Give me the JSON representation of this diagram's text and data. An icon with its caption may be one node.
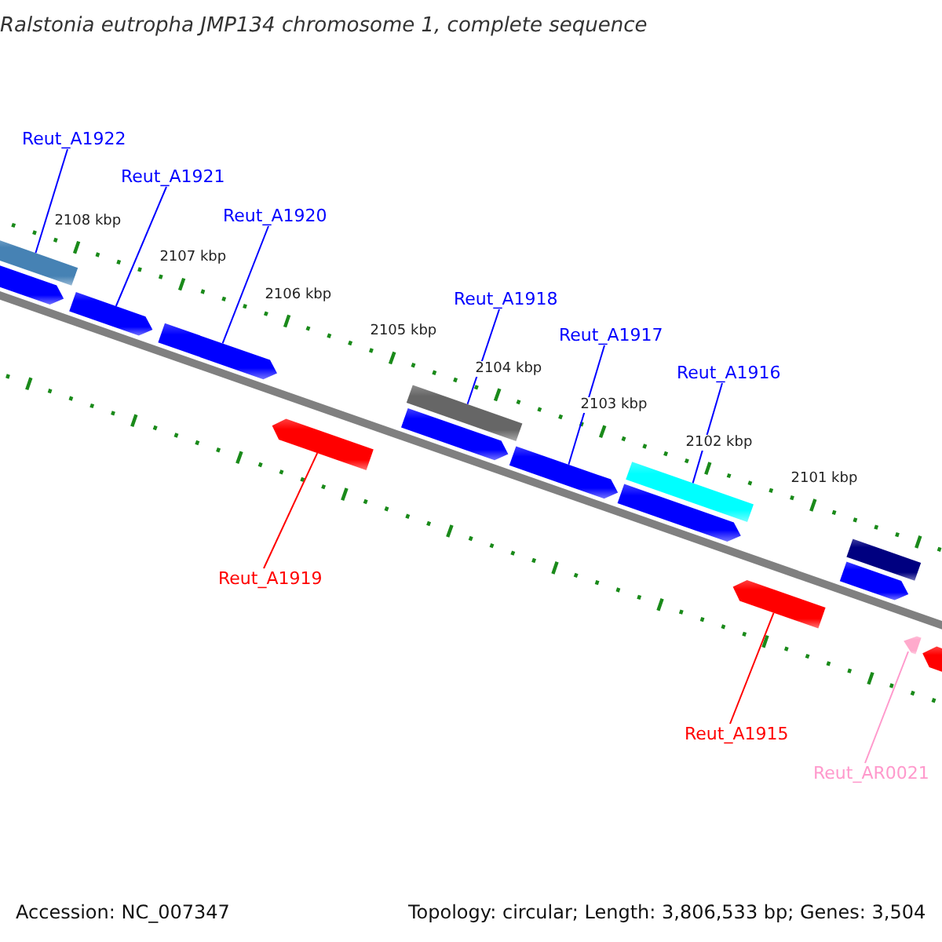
{
  "diagram": {
    "title": "Ralstonia eutropha JMP134 chromosome 1, complete sequence",
    "nodes": [
      {
        "text": [
          "Reut_A1922"
        ]
      },
      {
        "text": [
          "Reut_A1921"
        ]
      },
      {
        "text": [
          "Reut_A1920"
        ]
      },
      {
        "text": [
          "Reut_A1918"
        ]
      },
      {
        "text": [
          "Reut_A1917"
        ]
      },
      {
        "text": [
          "Reut_A1916"
        ]
      },
      {
        "text": [
          "Reut_A1919"
        ]
      },
      {
        "text": [
          "Reut_A1915"
        ]
      },
      {
        "text": [
          "Reut_AR0021"
        ]
      },
      {
        "text": [],
        "shape": "bar"
      },
      {
        "text": [],
        "shape": "bar"
      },
      {
        "text": [],
        "shape": "bar"
      },
      {
        "text": [],
        "shape": "bar"
      },
      {
        "text": [],
        "shape": "bar"
      },
      {
        "text": [],
        "shape": "bar"
      },
      {
        "text": [],
        "shape": "bar"
      },
      {
        "text": [],
        "shape": "bar"
      },
      {
        "text": [],
        "shape": "bar"
      },
      {
        "text": [],
        "shape": "bar"
      },
      {
        "text": [],
        "shape": "bar"
      },
      {
        "text": [],
        "shape": "bar"
      },
      {
        "text": [],
        "shape": "bar"
      },
      {
        "text": [],
        "shape": "bar"
      },
      {
        "text": [],
        "shape": "bar"
      }
    ],
    "edges": [
      {
        "from": 0,
        "to": 9,
        "arrow": "none"
      },
      {
        "from": 1,
        "to": 11,
        "arrow": "none"
      },
      {
        "from": 2,
        "to": 12,
        "arrow": "none"
      },
      {
        "from": 3,
        "to": 14,
        "arrow": "none"
      },
      {
        "from": 4,
        "to": 16,
        "arrow": "none"
      },
      {
        "from": 5,
        "to": 17,
        "arrow": "none"
      },
      {
        "from": 6,
        "to": 13,
        "arrow": "none",
        "color": "#ff0000"
      },
      {
        "from": 7,
        "to": 19,
        "arrow": "none",
        "color": "#ff0000"
      },
      {
        "from": 8,
        "to": 22,
        "arrow": "none",
        "color": "#ff99cc"
      }
    ],
    "labels": [
      "2108 kbp",
      "2107 kbp",
      "2106 kbp",
      "2105 kbp",
      "2104 kbp",
      "2103 kbp",
      "2102 kbp",
      "2101 kbp",
      "Accession: NC_007347",
      "Topology: circular; Length: 3,806,533 bp; Genes: 3,504"
    ]
  }
}
